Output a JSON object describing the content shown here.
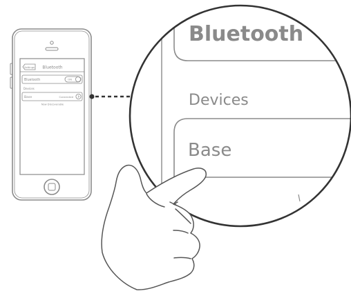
{
  "phone": {
    "nav_back_label": "Settings",
    "nav_title": "Bluetooth",
    "bluetooth_row_label": "Bluetooth",
    "toggle_label": "ON",
    "section_header": "Devices",
    "device_name": "Base",
    "device_status": "Connected",
    "discoverable_note": "Now Discoverable"
  },
  "magnifier": {
    "title": "Bluetooth",
    "section_header": "Devices",
    "device_name": "Base"
  },
  "colors": {
    "line": "#8a8a8a",
    "text": "#8a8a8a",
    "background": "#ffffff"
  },
  "icons": [
    "home-button-icon",
    "info-icon",
    "toggle-icon",
    "hand-pointer-icon"
  ]
}
